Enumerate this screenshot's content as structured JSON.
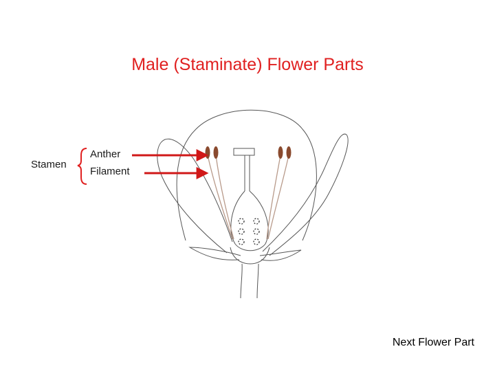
{
  "title": "Male (Staminate) Flower Parts",
  "labels": {
    "stamen": "Stamen",
    "anther": "Anther",
    "filament": "Filament"
  },
  "nav": {
    "next_label": "Next Flower Part"
  },
  "colors": {
    "title": "#e02020",
    "arrow": "#d01818",
    "anther": "#8a4a2e",
    "filament": "#b89a8a",
    "outline": "#555555"
  }
}
